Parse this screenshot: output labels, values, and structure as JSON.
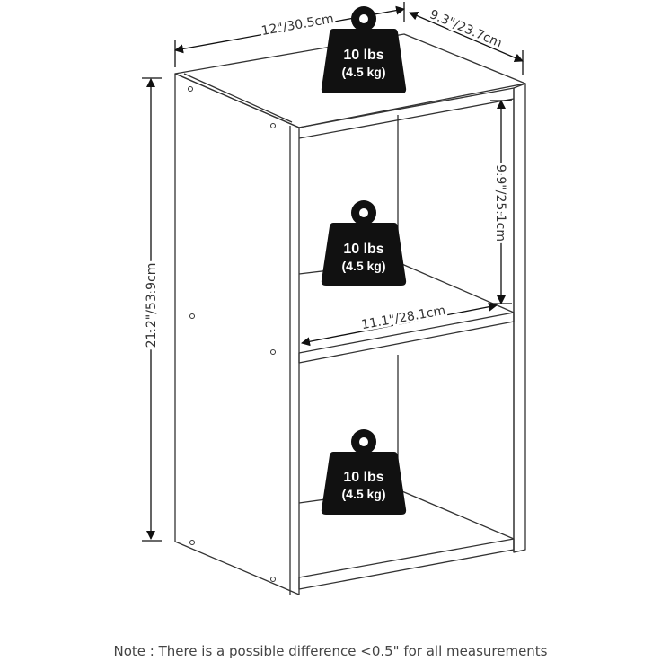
{
  "dimensions": {
    "width": "12\"/30.5cm",
    "depth": "9.3\"/23.7cm",
    "height": "21.2\"/53.9cm",
    "cube_height": "9.9\"/25.1cm",
    "cube_width": "11.1\"/28.1cm"
  },
  "weights": [
    {
      "top": "10 lbs",
      "bottom": "(4.5 kg)"
    },
    {
      "top": "10 lbs",
      "bottom": "(4.5 kg)"
    },
    {
      "top": "10 lbs",
      "bottom": "(4.5 kg)"
    }
  ],
  "note": "Note : There is a possible difference <0.5\" for all measurements",
  "colors": {
    "line": "#333333",
    "weight": "#111111",
    "background": "#ffffff"
  }
}
